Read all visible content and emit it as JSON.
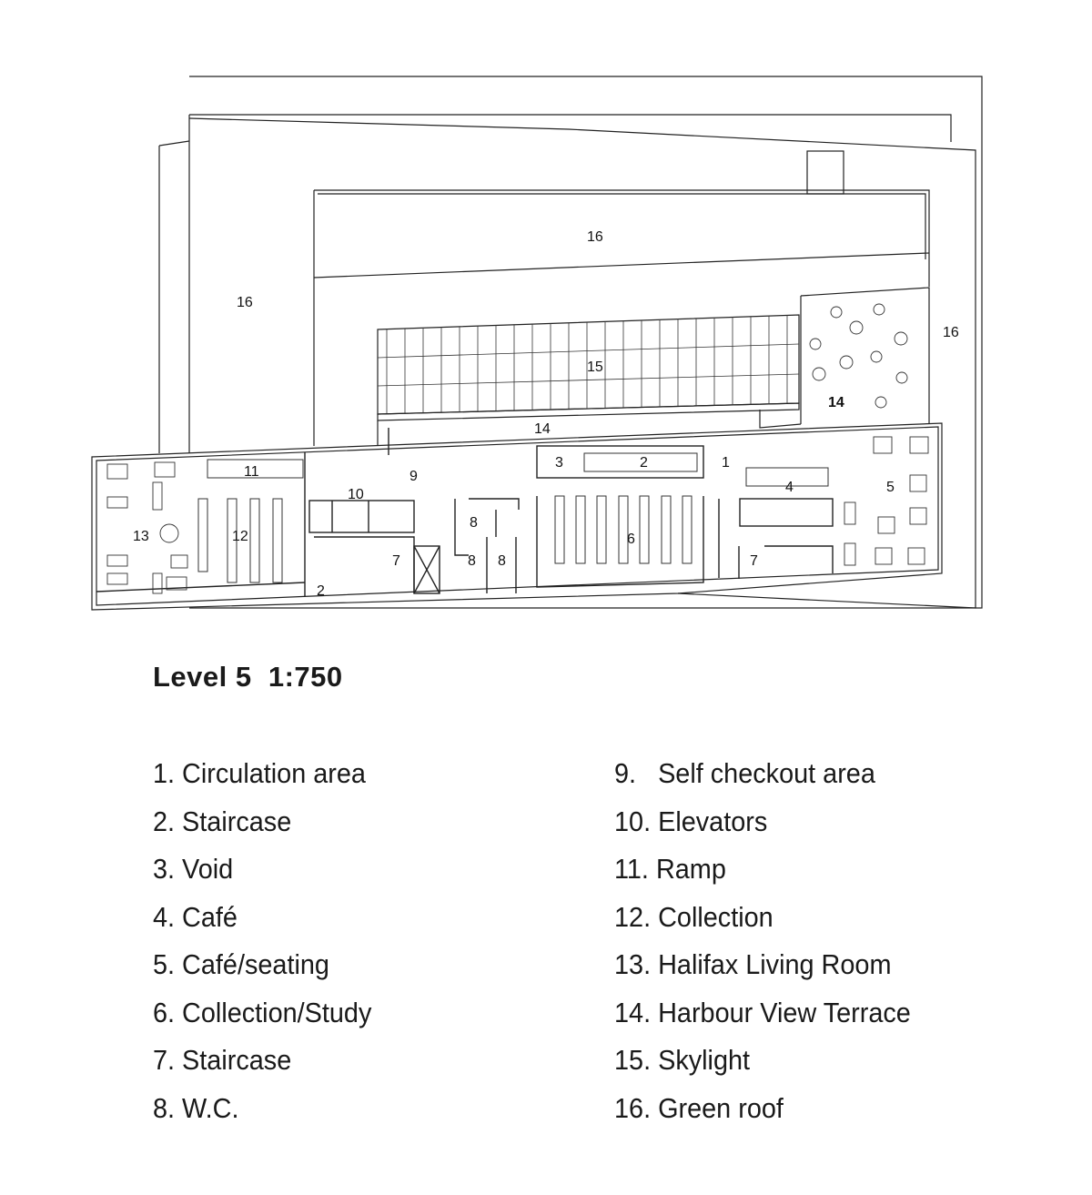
{
  "title": "Level 5  1:750",
  "plan_labels": {
    "green_roof_top": "16",
    "green_roof_left": "16",
    "green_roof_right": "16",
    "skylight": "15",
    "terrace_right": "14",
    "terrace_center": "14",
    "circulation": "1",
    "staircase_a": "2",
    "staircase_b": "2",
    "void": "3",
    "cafe": "4",
    "cafe_seating": "5",
    "collection_study": "6",
    "staircase_c": "7",
    "staircase_d": "7",
    "wc_a": "8",
    "wc_b": "8",
    "wc_c": "8",
    "self_checkout": "9",
    "elevators": "10",
    "ramp": "11",
    "collection": "12",
    "living_room": "13"
  },
  "legend": {
    "left": [
      "1. Circulation area",
      "2. Staircase",
      "3. Void",
      "4. Café",
      "5. Café/seating",
      "6. Collection/Study",
      "7. Staircase",
      "8. W.C."
    ],
    "right": [
      "9.   Self checkout area",
      "10. Elevators",
      "11. Ramp",
      "12. Collection",
      "13. Halifax Living Room",
      "14. Harbour View Terrace",
      "15. Skylight",
      "16. Green roof"
    ]
  }
}
